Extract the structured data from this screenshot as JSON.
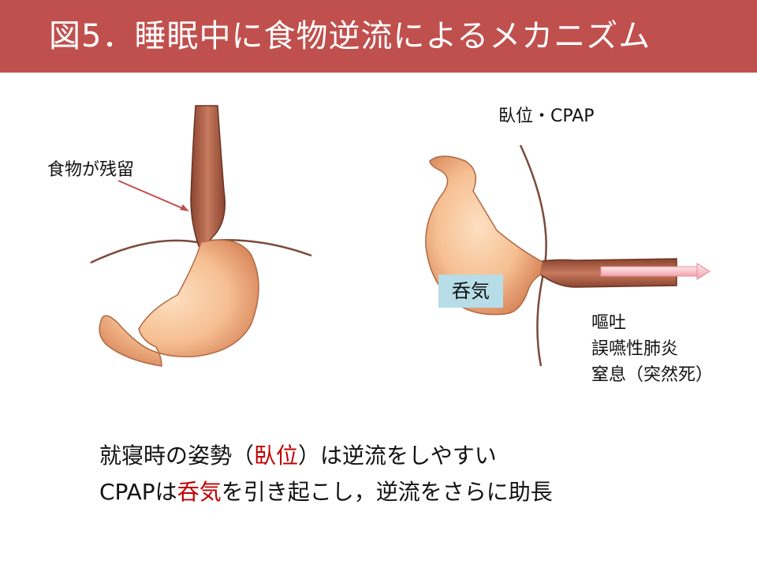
{
  "header": {
    "title": "図5．睡眠中に食物逆流によるメカニズム"
  },
  "left_diagram": {
    "annotation": "食物が残留"
  },
  "right_diagram": {
    "position_label": "臥位・CPAP",
    "swallowed_air_label": "呑気",
    "consequences": [
      "嘔吐",
      "誤嚥性肺炎",
      "窒息（突然死）"
    ]
  },
  "caption": {
    "line1_a": "就寝時の姿勢（",
    "line1_highlight": "臥位",
    "line1_b": "）は逆流をしやすい",
    "line2_a": "CPAPは",
    "line2_highlight": "呑気",
    "line2_b": "を引き起こし，逆流をさらに助長"
  },
  "colors": {
    "title_bar": "#c0504d",
    "highlight": "#c00000",
    "swallow_box": "#b7dde8",
    "stomach": "#f4b888",
    "esophagus": "#b8694e",
    "diaphragm_line": "#7a4a3a"
  }
}
